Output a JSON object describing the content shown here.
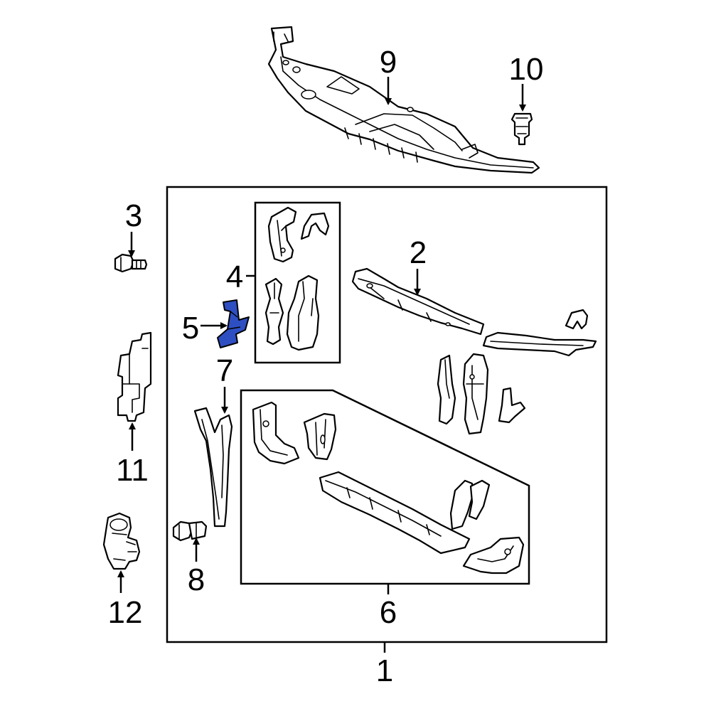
{
  "callouts": [
    {
      "id": "1",
      "label": "1"
    },
    {
      "id": "2",
      "label": "2"
    },
    {
      "id": "3",
      "label": "3"
    },
    {
      "id": "4",
      "label": "4"
    },
    {
      "id": "5",
      "label": "5"
    },
    {
      "id": "6",
      "label": "6"
    },
    {
      "id": "7",
      "label": "7"
    },
    {
      "id": "8",
      "label": "8"
    },
    {
      "id": "9",
      "label": "9"
    },
    {
      "id": "10",
      "label": "10"
    },
    {
      "id": "11",
      "label": "11"
    },
    {
      "id": "12",
      "label": "12"
    }
  ],
  "colors": {
    "highlight": "#2e4fc2",
    "line": "#000000",
    "background": "#ffffff"
  }
}
